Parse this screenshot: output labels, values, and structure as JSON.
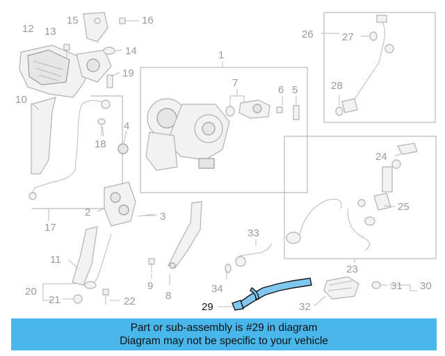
{
  "callouts": [
    {
      "id": "1",
      "label": "1"
    },
    {
      "id": "2",
      "label": "2"
    },
    {
      "id": "3",
      "label": "3"
    },
    {
      "id": "4",
      "label": "4"
    },
    {
      "id": "5",
      "label": "5"
    },
    {
      "id": "6",
      "label": "6"
    },
    {
      "id": "7",
      "label": "7"
    },
    {
      "id": "8",
      "label": "8"
    },
    {
      "id": "9",
      "label": "9"
    },
    {
      "id": "10",
      "label": "10"
    },
    {
      "id": "11",
      "label": "11"
    },
    {
      "id": "12",
      "label": "12"
    },
    {
      "id": "13",
      "label": "13"
    },
    {
      "id": "14",
      "label": "14"
    },
    {
      "id": "15",
      "label": "15"
    },
    {
      "id": "16",
      "label": "16"
    },
    {
      "id": "17",
      "label": "17"
    },
    {
      "id": "18",
      "label": "18"
    },
    {
      "id": "19",
      "label": "19"
    },
    {
      "id": "20",
      "label": "20"
    },
    {
      "id": "21",
      "label": "21"
    },
    {
      "id": "22",
      "label": "22"
    },
    {
      "id": "23",
      "label": "23"
    },
    {
      "id": "24",
      "label": "24"
    },
    {
      "id": "25",
      "label": "25"
    },
    {
      "id": "26",
      "label": "26"
    },
    {
      "id": "27",
      "label": "27"
    },
    {
      "id": "28",
      "label": "28"
    },
    {
      "id": "29",
      "label": "29"
    },
    {
      "id": "30",
      "label": "30"
    },
    {
      "id": "31",
      "label": "31"
    },
    {
      "id": "32",
      "label": "32"
    },
    {
      "id": "33",
      "label": "33"
    },
    {
      "id": "34",
      "label": "34"
    }
  ],
  "highlighted_part": "29",
  "banner": {
    "line1": "Part or sub-assembly is #29 in diagram",
    "line2": "Diagram may not be specific to your vehicle",
    "color": "#49b6ec"
  },
  "colors": {
    "highlight_fill": "#7fc7ee",
    "line_art": "#b0b0b0"
  }
}
